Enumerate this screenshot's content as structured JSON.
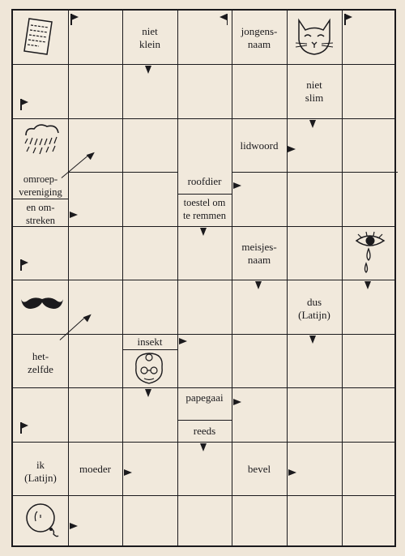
{
  "puzzle": {
    "columns": 7,
    "rows": 10,
    "clues": {
      "niet_klein": "niet\nklein",
      "jongensnaam": "jongens-\nnaam",
      "niet_slim": "niet\nslim",
      "lidwoord": "lidwoord",
      "omroepvereniging": "omroep-\nvereniging",
      "en_omstreken": "en om-\nstreken",
      "roofdier": "roofdier",
      "toestel_om_te_remmen": "toestel om\nte remmen",
      "meisjesnaam": "meisjes-\nnaam",
      "dus_latijn": "dus\n(Latijn)",
      "insekt": "insekt",
      "hetzelfde": "het-\nzelfde",
      "papegaai": "papegaai",
      "reeds": "reeds",
      "ik_latijn": "ik\n(Latijn)",
      "moeder": "moeder",
      "bevel": "bevel"
    },
    "picture_clues": [
      "document-icon",
      "cat-icon",
      "rain-cloud-icon",
      "crying-eye-icon",
      "mustache-icon",
      "grandmother-icon",
      "balloon-icon"
    ]
  }
}
